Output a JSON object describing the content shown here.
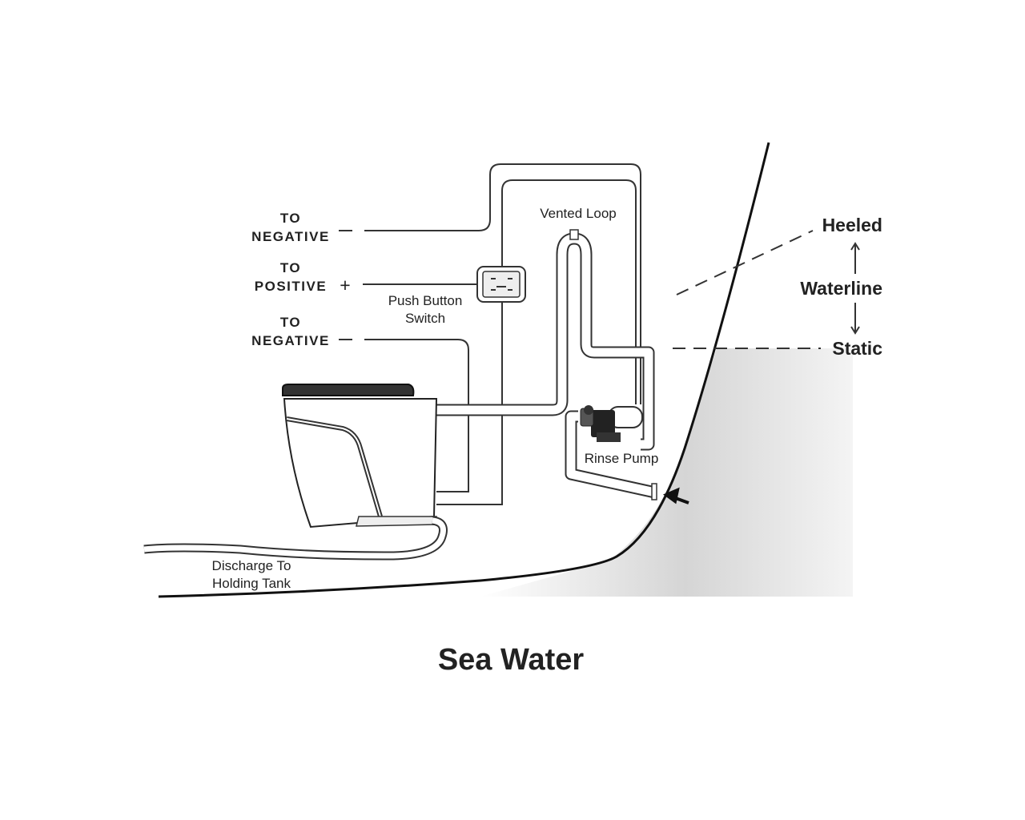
{
  "labels": {
    "to_negative_top": [
      "TO",
      "NEGATIVE"
    ],
    "to_positive": [
      "TO",
      "POSITIVE"
    ],
    "positive_symbol": "+",
    "to_negative_bottom": [
      "TO",
      "NEGATIVE"
    ],
    "vented_loop": "Vented Loop",
    "push_button_switch": [
      "Push Button",
      "Switch"
    ],
    "rinse_pump": "Rinse Pump",
    "discharge": [
      "Discharge To",
      "Holding Tank"
    ],
    "heeled": "Heeled",
    "waterline": "Waterline",
    "static": "Static"
  },
  "title": "Sea Water",
  "colors": {
    "line": "#333333",
    "water_shade": "#d8d8d8"
  }
}
